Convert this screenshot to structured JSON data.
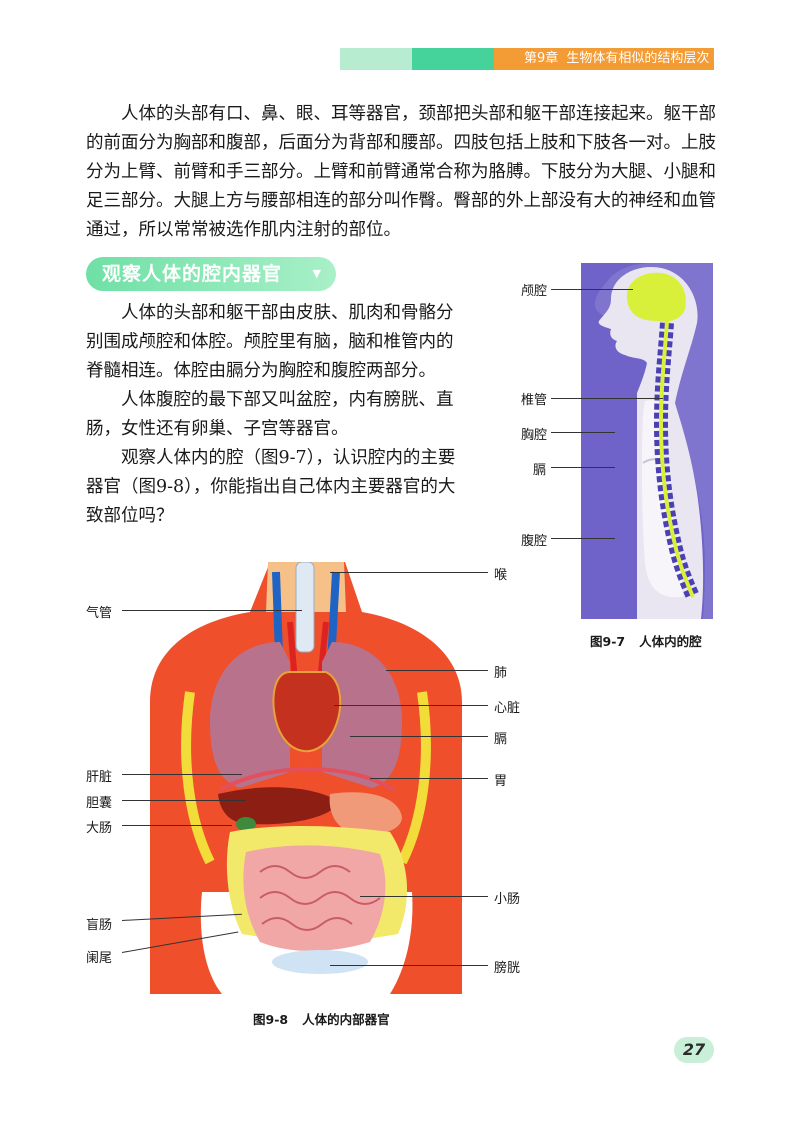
{
  "header": {
    "chapter": "第9章",
    "title": "生物体有相似的结构层次"
  },
  "intro": {
    "paragraph": "人体的头部有口、鼻、眼、耳等器官，颈部把头部和躯干部连接起来。躯干部的前面分为胸部和腹部，后面分为背部和腰部。四肢包括上肢和下肢各一对。上肢分为上臂、前臂和手三部分。上臂和前臂通常合称为胳膊。下肢分为大腿、小腿和足三部分。大腿上方与腰部相连的部分叫作臀。臀部的外上部没有大的神经和血管通过，所以常常被选作肌内注射的部位。"
  },
  "section": {
    "title": "观察人体的腔内器官",
    "paragraphs": [
      "人体的头部和躯干部由皮肤、肌肉和骨骼分别围成颅腔和体腔。颅腔里有脑，脑和椎管内的脊髓相连。体腔由膈分为胸腔和腹腔两部分。",
      "人体腹腔的最下部又叫盆腔，内有膀胱、直肠，女性还有卵巢、子宫等器官。",
      "观察人体内的腔（图9-7），认识腔内的主要器官（图9-8），你能指出自己体内主要器官的大致部位吗？"
    ]
  },
  "figure_9_7": {
    "caption_number": "图9-7",
    "caption_text": "人体内的腔",
    "labels": {
      "cranial": "颅腔",
      "spinal": "椎管",
      "thoracic": "胸腔",
      "diaphragm": "膈",
      "abdominal": "腹腔"
    }
  },
  "figure_9_8": {
    "caption_number": "图9-8",
    "caption_text": "人体的内部器官",
    "labels": {
      "throat": "喉",
      "trachea": "气管",
      "lung": "肺",
      "heart": "心脏",
      "diaphragm": "膈",
      "liver": "肝脏",
      "stomach": "胃",
      "gallbladder": "胆囊",
      "large_intestine": "大肠",
      "small_intestine": "小肠",
      "cecum": "盲肠",
      "appendix": "阑尾",
      "bladder": "膀胱"
    }
  },
  "page_number": "27"
}
